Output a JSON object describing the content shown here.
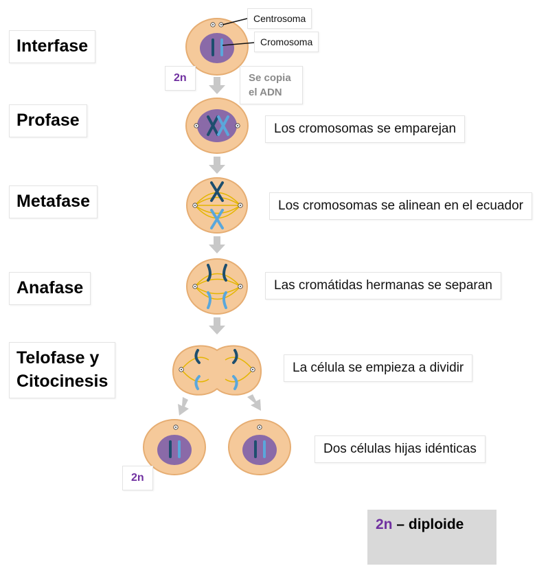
{
  "phases": {
    "interfase": "Interfase",
    "profase": "Profase",
    "metafase": "Metafase",
    "anafase": "Anafase",
    "telofase_line1": "Telofase y",
    "telofase_line2": "Citocinesis"
  },
  "labels": {
    "centrosoma": "Centrosoma",
    "cromosoma": "Cromosoma",
    "se_copia_line1": "Se copia",
    "se_copia_line2": "el ADN",
    "two_n_top": "2n",
    "two_n_bottom": "2n"
  },
  "descriptions": {
    "profase": "Los cromosomas se emparejan",
    "metafase": "Los cromosomas se alinean en el ecuador",
    "anafase": "Las cromátidas hermanas se separan",
    "telofase": "La célula se empieza a dividir",
    "hijas": "Dos células hijas idénticas"
  },
  "legend": {
    "n_label": "2n",
    "dash_text": " – diploide"
  },
  "colors": {
    "cell_fill": "#f5c99a",
    "cell_stroke": "#e6ad72",
    "nucleus_fill": "#8a6aa8",
    "chromosome_dark": "#1d4e6e",
    "chromosome_light": "#5aa7db",
    "spindle": "#e3b500",
    "arrow": "#c8c8c8",
    "diploid_purple": "#7030a0",
    "legend_bg": "#d9d9d9"
  }
}
